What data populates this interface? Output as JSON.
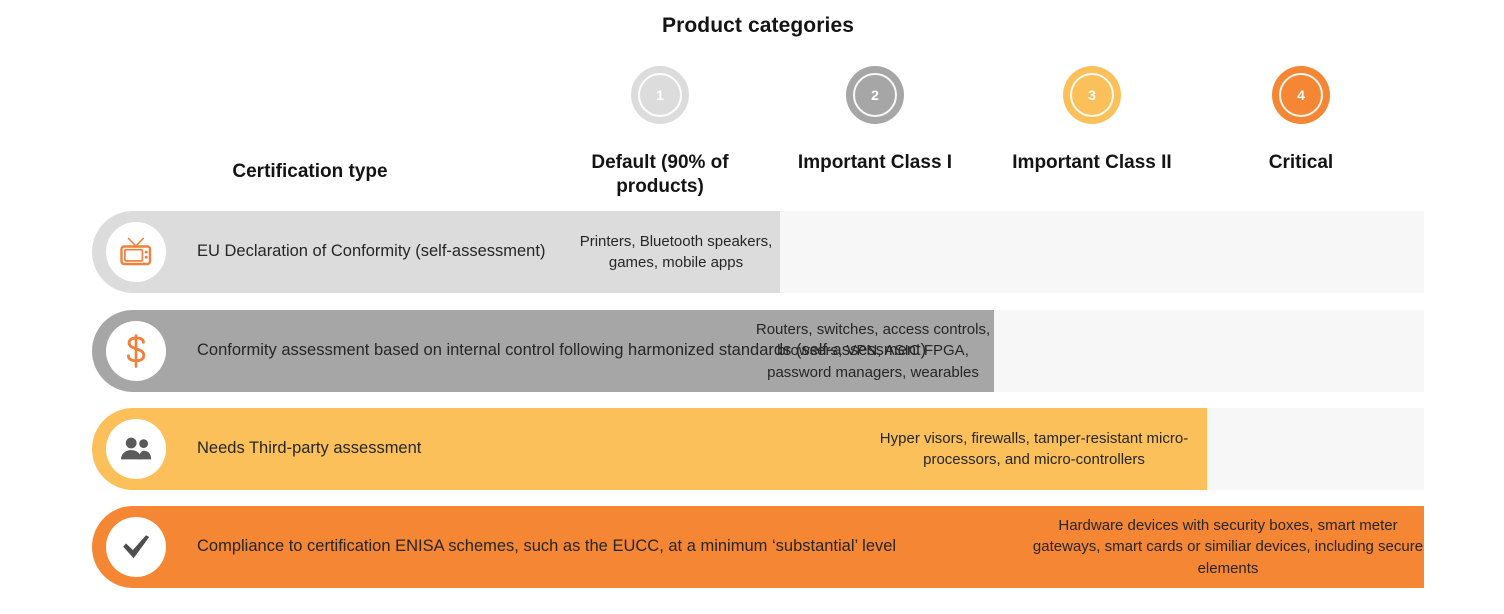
{
  "header": {
    "product_categories_title": "Product categories",
    "certification_type_label": "Certification type"
  },
  "colors": {
    "cat1": "#dcdcdc",
    "cat2": "#a6a6a6",
    "cat3": "#fbc05a",
    "cat4": "#f58634",
    "row_background": "#f7f7f7",
    "row1_fill": "#dcdcdc",
    "row2_fill": "#a6a6a6",
    "row3_fill": "#fbc05a",
    "row4_fill": "#f58634",
    "icon_orange": "#f0803c",
    "icon_gray": "#5a5a5a"
  },
  "categories": [
    {
      "number": "1",
      "label": "Default (90% of products)"
    },
    {
      "number": "2",
      "label": "Important Class I"
    },
    {
      "number": "3",
      "label": "Important Class II"
    },
    {
      "number": "4",
      "label": "Critical"
    }
  ],
  "rows": [
    {
      "icon": "tv-icon",
      "title": "EU Declaration of Conformity (self-assessment)",
      "cell": "Printers, Bluetooth speakers, games, mobile apps"
    },
    {
      "icon": "dollar-icon",
      "title": "Conformity assessment based on internal control following harmonized standards (self-assessment)",
      "cell": "Routers, switches, access controls, browsers, VPN, ASIC FPGA, password managers, wearables"
    },
    {
      "icon": "users-icon",
      "title": "Needs Third-party assessment",
      "cell": "Hyper visors, firewalls, tamper-resistant micro-processors, and micro-controllers"
    },
    {
      "icon": "check-icon",
      "title": "Compliance to certification ENISA schemes, such as the EUCC, at a minimum ‘substantial’ level",
      "cell": "Hardware devices with security boxes, smart meter gateways, smart cards or similiar devices, including secure elements"
    }
  ]
}
